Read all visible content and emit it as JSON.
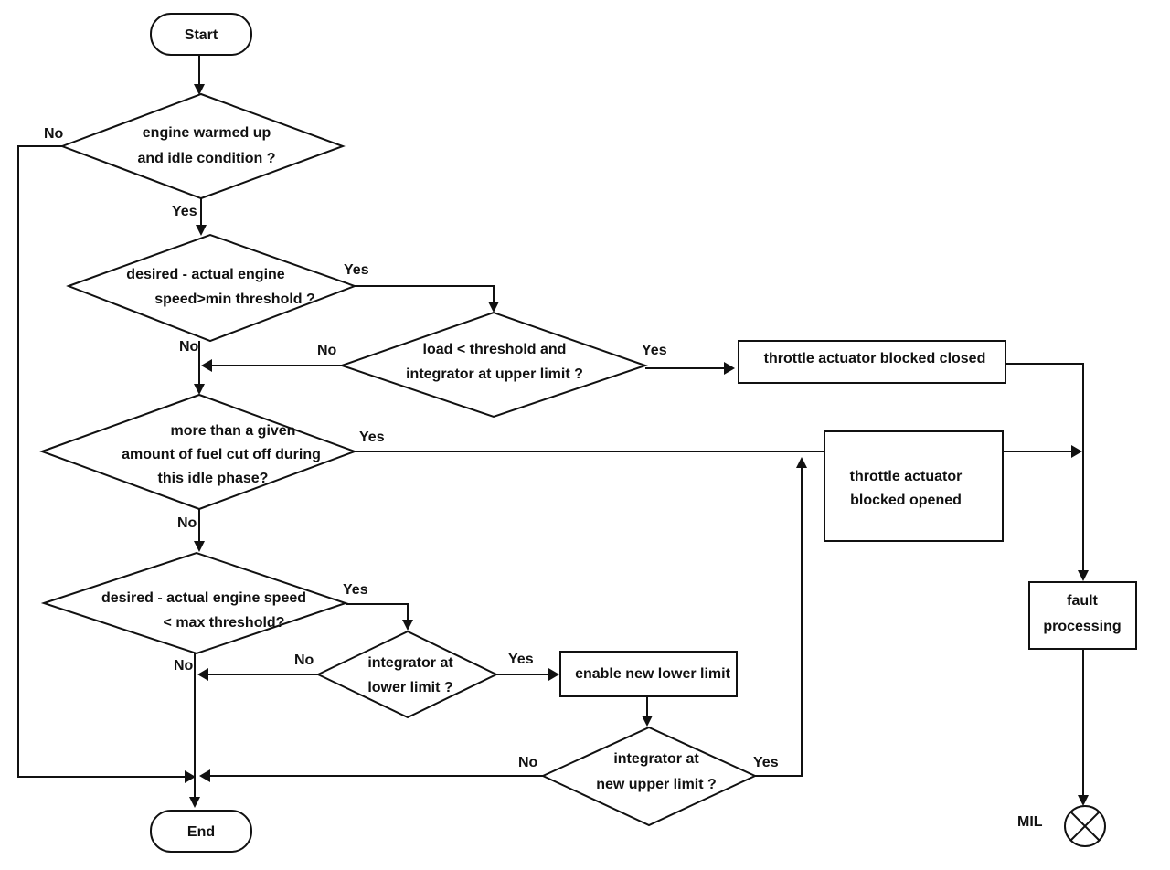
{
  "nodes": {
    "start": "Start",
    "end": "End",
    "d1": [
      "engine warmed up",
      "and idle condition ?"
    ],
    "d2": [
      "desired - actual engine",
      "speed>min threshold ?"
    ],
    "d3": [
      "load < threshold and",
      "integrator at upper limit ?"
    ],
    "d4": [
      "more than a given",
      "amount of fuel cut off during",
      "this idle phase?"
    ],
    "d5": [
      "desired - actual engine speed",
      "< max threshold?"
    ],
    "d6": [
      "integrator at",
      "lower limit ?"
    ],
    "d7": [
      "integrator at",
      "new upper limit ?"
    ],
    "p1": "throttle actuator blocked closed",
    "p2": [
      "throttle actuator",
      "blocked opened"
    ],
    "p3": "enable new lower limit",
    "p4": [
      "fault",
      "processing"
    ],
    "mil": "MIL"
  },
  "labels": {
    "yes": "Yes",
    "no": "No"
  }
}
